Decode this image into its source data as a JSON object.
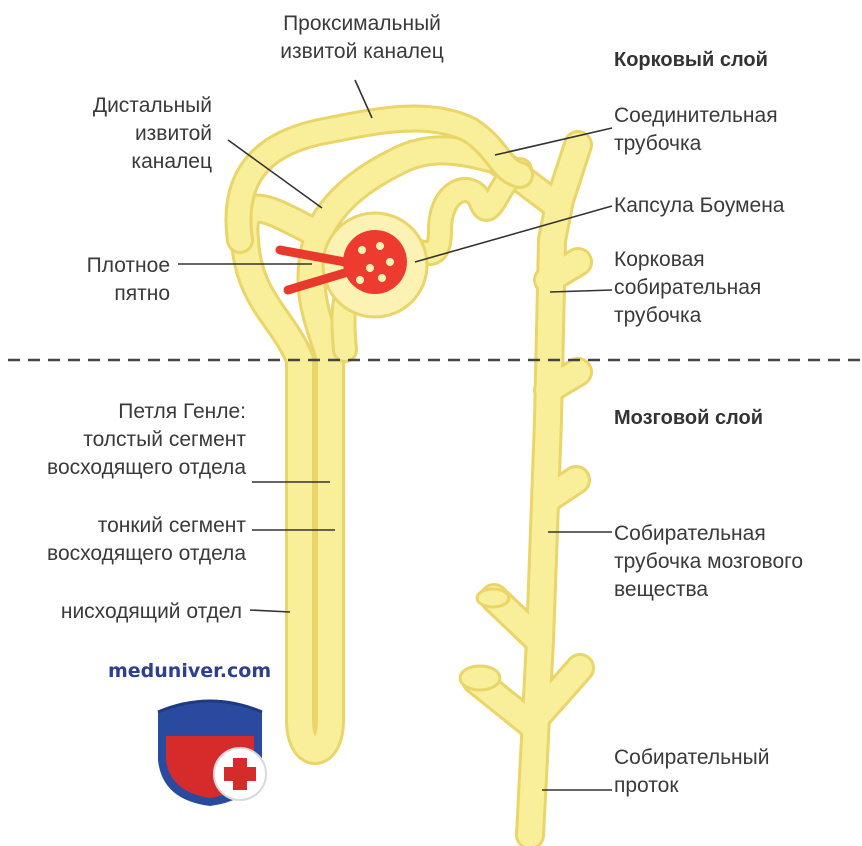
{
  "labels": {
    "proximal": "Проксимальный\nизвитой каналец",
    "distal": "Дистальный\nизвитой\nканалец",
    "macula": "Плотное\nпятно",
    "henle_thick": "Петля Генле:\nтолстый сегмент\nвосходящего отдела",
    "henle_thin": "тонкий сегмент\nвосходящего отдела",
    "descending": "нисходящий отдел",
    "cortex": "Корковый слой",
    "medulla": "Мозговой слой",
    "connecting": "Соединительная\nтрубочка",
    "bowman": "Капсула Боумена",
    "cortical_collecting": "Корковая\nсобирательная\nтрубочка",
    "medullary_collecting": "Собирательная\nтрубочка мозгового\nвещества",
    "collecting_duct": "Собирательный\nпроток"
  },
  "brand": {
    "site": "meduniver.com"
  },
  "colors": {
    "tubule": "#f9ee9a",
    "tubule_edge": "#e9d568",
    "glomerulus": "#ee3b2f",
    "arteriole": "#e8392d",
    "leader": "#333333",
    "divider": "#444444",
    "shield_blue": "#2a4aa0",
    "shield_red": "#d62b2b"
  },
  "icons": {
    "logo": "medical-shield-icon"
  }
}
